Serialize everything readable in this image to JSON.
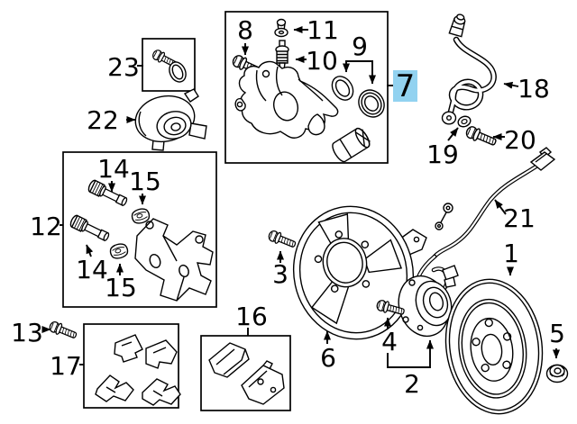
{
  "canvas": {
    "background": "#ffffff",
    "ink": "#000000"
  },
  "selected_callout": {
    "value": "7",
    "badge_bg": "#92D2F0",
    "badge_fg": "#14597E"
  },
  "labels": {
    "n1": "1",
    "n2": "2",
    "n3": "3",
    "n4": "4",
    "n5": "5",
    "n6": "6",
    "n8": "8",
    "n9": "9",
    "n10": "10",
    "n11": "11",
    "n12": "12",
    "n13": "13",
    "n14": "14",
    "n15": "15",
    "n16": "16",
    "n17": "17",
    "n18": "18",
    "n19": "19",
    "n20": "20",
    "n21": "21",
    "n22": "22",
    "n23": "23"
  }
}
